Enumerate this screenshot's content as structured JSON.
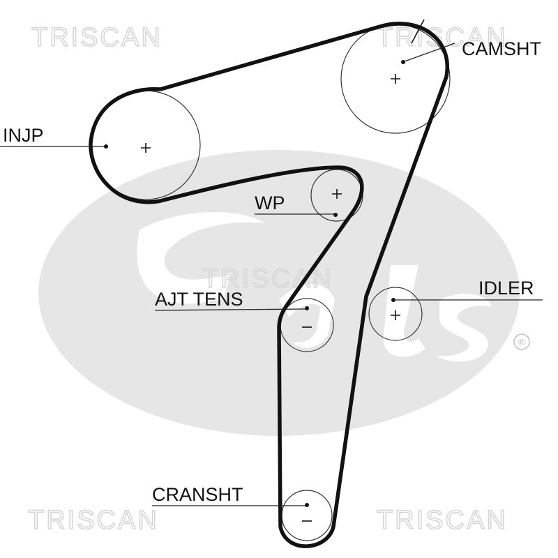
{
  "labels": {
    "camshaft": "CAMSHT",
    "injection_pump": "INJP",
    "water_pump": "WP",
    "adjustable_tensioner": "AJT TENS",
    "idler": "IDLER",
    "crankshaft": "CRANSHT"
  },
  "watermarks": {
    "brand": "TRISCAN",
    "registered_mark": "®"
  },
  "colors": {
    "belt": "#111111",
    "logo_gray": "#e6e6e6",
    "watermark_stroke": "#d6d6d6"
  }
}
